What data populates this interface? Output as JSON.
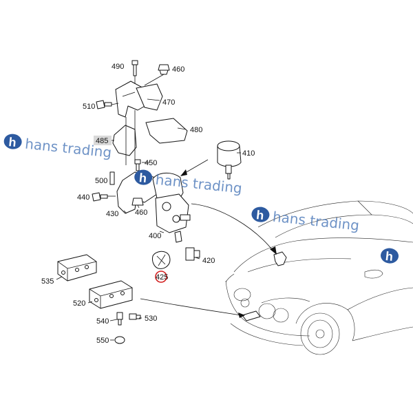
{
  "watermark": {
    "text": "hans trading",
    "logo_letter": "h",
    "logo_color": "#2d5aa0",
    "accent_color": "#d23a3a"
  },
  "callouts": {
    "p490": "490",
    "p460a": "460",
    "p510": "510",
    "p470": "470",
    "p480": "480",
    "p485": "485",
    "p410": "410",
    "p450": "450",
    "p500": "500",
    "p440": "440",
    "p430": "430",
    "p460b": "460",
    "p400": "400",
    "p420": "420",
    "p425": "425",
    "p535": "535",
    "p520": "520",
    "p540": "540",
    "p530": "530",
    "p550": "550"
  },
  "highlight_color": "#d21f1f"
}
